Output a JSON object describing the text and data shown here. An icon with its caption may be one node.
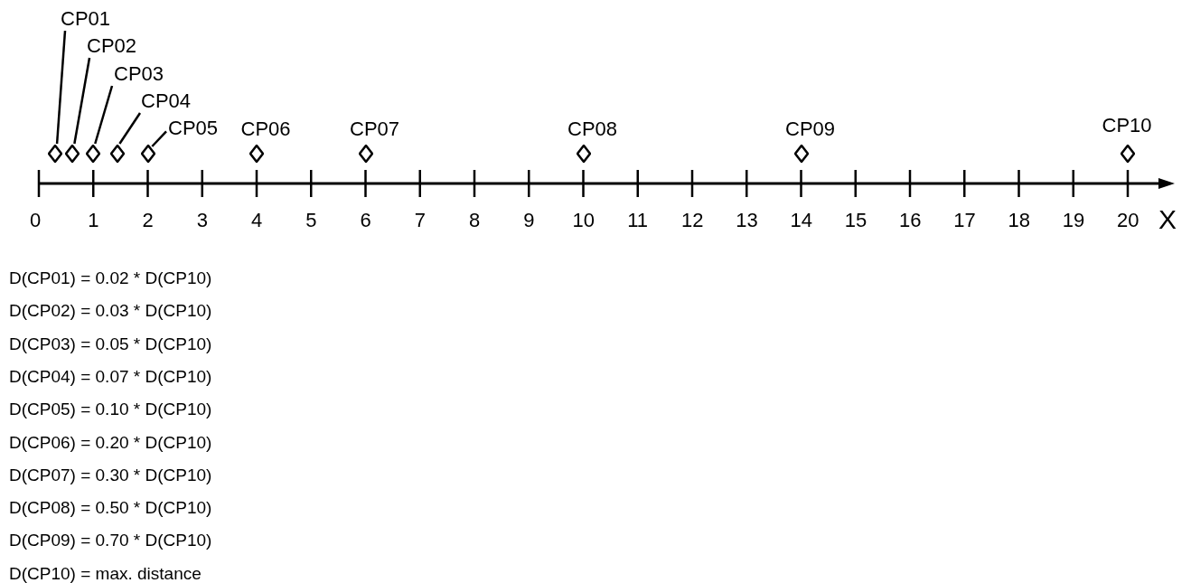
{
  "diagram": {
    "nodes": [
      {
        "text": [
          "CP01"
        ]
      },
      {
        "text": [
          "CP02"
        ]
      },
      {
        "text": [
          "CP03"
        ]
      },
      {
        "text": [
          "CP04"
        ]
      },
      {
        "text": [
          "CP05"
        ]
      },
      {
        "text": [],
        "shape": "diamond"
      },
      {
        "text": [],
        "shape": "diamond"
      },
      {
        "text": [],
        "shape": "diamond"
      },
      {
        "text": [],
        "shape": "diamond"
      },
      {
        "text": [],
        "shape": "diamond"
      },
      {
        "text": [],
        "shape": "diamond",
        "beside": [
          "CP06"
        ]
      },
      {
        "text": [],
        "shape": "diamond",
        "beside": [
          "CP07"
        ]
      },
      {
        "text": [],
        "shape": "diamond",
        "beside": [
          "CP08"
        ]
      },
      {
        "text": [],
        "shape": "diamond",
        "beside": [
          "CP09"
        ]
      },
      {
        "text": [],
        "shape": "diamond",
        "beside": [
          "CP10"
        ]
      }
    ],
    "edges": [
      {
        "from": 0,
        "to": 5,
        "arrow": "none"
      },
      {
        "from": 1,
        "to": 6,
        "arrow": "none"
      },
      {
        "from": 2,
        "to": 7,
        "arrow": "none"
      },
      {
        "from": 3,
        "to": 8,
        "arrow": "none"
      },
      {
        "from": 4,
        "to": 9,
        "arrow": "none"
      }
    ],
    "labels": [
      "0",
      "1",
      "2",
      "3",
      "4",
      "5",
      "6",
      "7",
      "8",
      "9",
      "10",
      "11",
      "12",
      "13",
      "14",
      "15",
      "16",
      "17",
      "18",
      "19",
      "20",
      "X",
      "D(CP01) = 0.02 * D(CP10)",
      "D(CP02) = 0.03 * D(CP10)",
      "D(CP03) = 0.05 * D(CP10)",
      "D(CP04) = 0.07 * D(CP10)",
      "D(CP05) = 0.10 * D(CP10)",
      "D(CP06) = 0.20 * D(CP10)",
      "D(CP07) = 0.30 * D(CP10)",
      "D(CP08) = 0.50 * D(CP10)",
      "D(CP09) = 0.70 * D(CP10)",
      "D(CP10) = max. distance"
    ]
  }
}
